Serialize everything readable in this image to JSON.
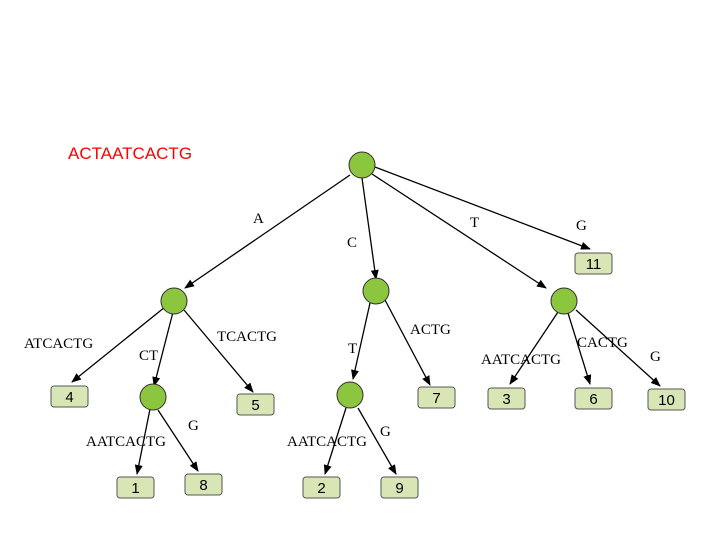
{
  "title": "ACTAATCACTG",
  "colors": {
    "node_fill": "#8cc63f",
    "leaf_box_fill": "#d8e6b6",
    "title_color": "#ff0000"
  },
  "edge_labels": {
    "root_left": "A",
    "root_mid_c": "C",
    "root_mid_t": "T",
    "root_right": "G",
    "a_left": "ATCACTG",
    "a_ct": "CT",
    "a_right": "TCACTG",
    "c_t": "T",
    "c_actg": "ACTG",
    "ct_aatcactg": "AATCACTG",
    "ct_g": "G",
    "t_aatcactg": "AATCACTG",
    "t_g": "G",
    "g_aatcactg": "AATCACTG",
    "g_cactg": "CACTG",
    "g_g": "G"
  },
  "leaves": {
    "n11": "11",
    "n4": "4",
    "n5": "5",
    "n7": "7",
    "n3": "3",
    "n6": "6",
    "n10": "10",
    "n1": "1",
    "n8": "8",
    "n2": "2",
    "n9": "9"
  }
}
